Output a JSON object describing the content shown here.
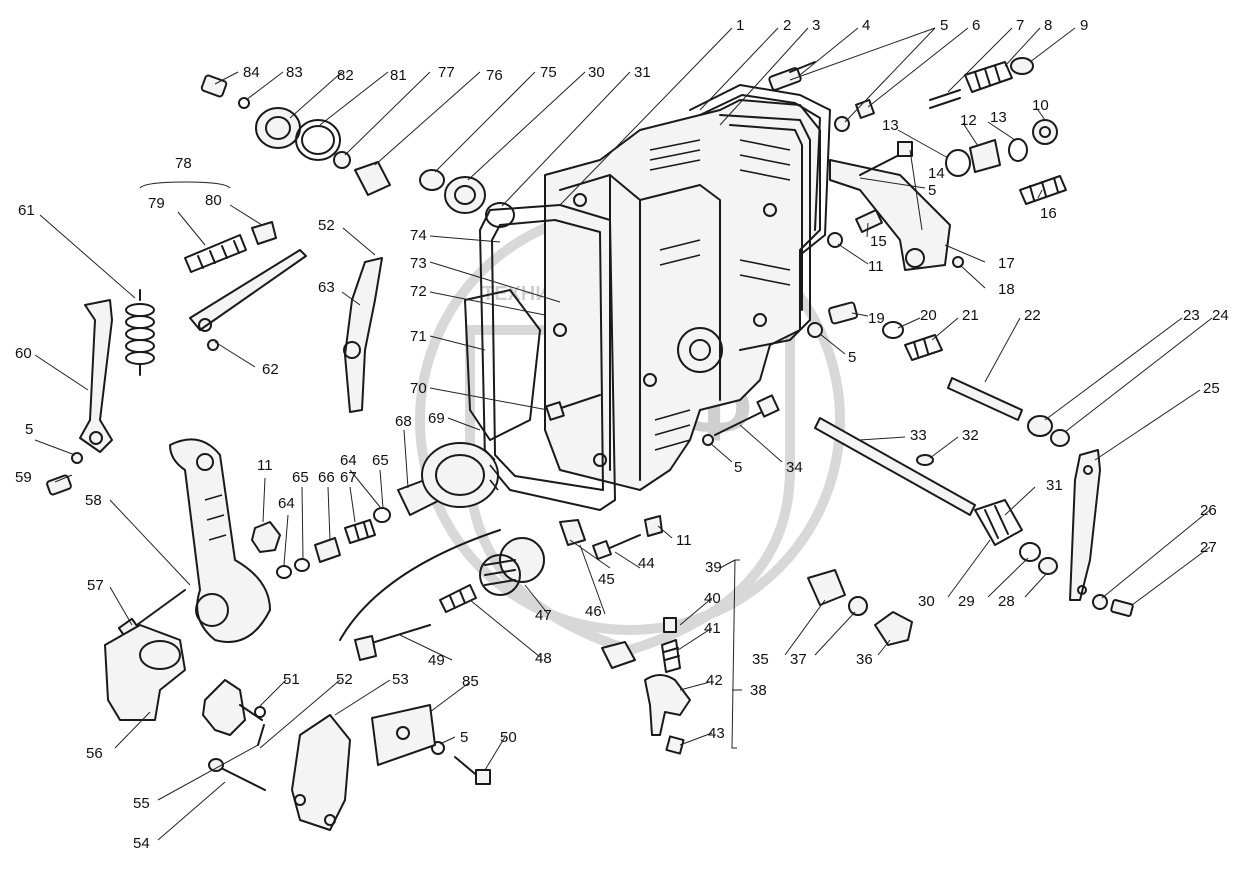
{
  "watermark": {
    "text": "ТЕХНИКА И ЗАПЧАСТИ",
    "logo": "ЭТФ",
    "color": "#d0d0d0"
  },
  "labels": [
    {
      "id": "1",
      "text": "1"
    },
    {
      "id": "2",
      "text": "2"
    },
    {
      "id": "3",
      "text": "3"
    },
    {
      "id": "4",
      "text": "4"
    },
    {
      "id": "5a",
      "text": "5"
    },
    {
      "id": "6",
      "text": "6"
    },
    {
      "id": "7",
      "text": "7"
    },
    {
      "id": "8",
      "text": "8"
    },
    {
      "id": "9",
      "text": "9"
    },
    {
      "id": "10",
      "text": "10"
    },
    {
      "id": "12",
      "text": "12"
    },
    {
      "id": "13a",
      "text": "13"
    },
    {
      "id": "13b",
      "text": "13"
    },
    {
      "id": "14",
      "text": "14"
    },
    {
      "id": "5b",
      "text": "5"
    },
    {
      "id": "16",
      "text": "16"
    },
    {
      "id": "15",
      "text": "15"
    },
    {
      "id": "11a",
      "text": "11"
    },
    {
      "id": "17",
      "text": "17"
    },
    {
      "id": "18",
      "text": "18"
    },
    {
      "id": "19",
      "text": "19"
    },
    {
      "id": "20",
      "text": "20"
    },
    {
      "id": "21",
      "text": "21"
    },
    {
      "id": "22",
      "text": "22"
    },
    {
      "id": "23",
      "text": "23"
    },
    {
      "id": "24",
      "text": "24"
    },
    {
      "id": "25",
      "text": "25"
    },
    {
      "id": "5c",
      "text": "5"
    },
    {
      "id": "33",
      "text": "33"
    },
    {
      "id": "32",
      "text": "32"
    },
    {
      "id": "5d",
      "text": "5"
    },
    {
      "id": "34",
      "text": "34"
    },
    {
      "id": "31a",
      "text": "31"
    },
    {
      "id": "26",
      "text": "26"
    },
    {
      "id": "27",
      "text": "27"
    },
    {
      "id": "30a",
      "text": "30"
    },
    {
      "id": "29",
      "text": "29"
    },
    {
      "id": "28",
      "text": "28"
    },
    {
      "id": "35",
      "text": "35"
    },
    {
      "id": "37",
      "text": "37"
    },
    {
      "id": "36",
      "text": "36"
    },
    {
      "id": "84",
      "text": "84"
    },
    {
      "id": "83",
      "text": "83"
    },
    {
      "id": "82",
      "text": "82"
    },
    {
      "id": "81",
      "text": "81"
    },
    {
      "id": "77",
      "text": "77"
    },
    {
      "id": "76",
      "text": "76"
    },
    {
      "id": "75",
      "text": "75"
    },
    {
      "id": "30b",
      "text": "30"
    },
    {
      "id": "31b",
      "text": "31"
    },
    {
      "id": "78",
      "text": "78"
    },
    {
      "id": "79",
      "text": "79"
    },
    {
      "id": "80",
      "text": "80"
    },
    {
      "id": "61",
      "text": "61"
    },
    {
      "id": "52a",
      "text": "52"
    },
    {
      "id": "74",
      "text": "74"
    },
    {
      "id": "73",
      "text": "73"
    },
    {
      "id": "72",
      "text": "72"
    },
    {
      "id": "63",
      "text": "63"
    },
    {
      "id": "71",
      "text": "71"
    },
    {
      "id": "62",
      "text": "62"
    },
    {
      "id": "60",
      "text": "60"
    },
    {
      "id": "70",
      "text": "70"
    },
    {
      "id": "69",
      "text": "69"
    },
    {
      "id": "68",
      "text": "68"
    },
    {
      "id": "5e",
      "text": "5"
    },
    {
      "id": "59",
      "text": "59"
    },
    {
      "id": "11b",
      "text": "11"
    },
    {
      "id": "64a",
      "text": "64"
    },
    {
      "id": "65a",
      "text": "65"
    },
    {
      "id": "66",
      "text": "66"
    },
    {
      "id": "67",
      "text": "67"
    },
    {
      "id": "64b",
      "text": "64"
    },
    {
      "id": "65b",
      "text": "65"
    },
    {
      "id": "58",
      "text": "58"
    },
    {
      "id": "11c",
      "text": "11"
    },
    {
      "id": "45",
      "text": "45"
    },
    {
      "id": "44",
      "text": "44"
    },
    {
      "id": "39",
      "text": "39"
    },
    {
      "id": "47",
      "text": "47"
    },
    {
      "id": "46",
      "text": "46"
    },
    {
      "id": "40",
      "text": "40"
    },
    {
      "id": "41",
      "text": "41"
    },
    {
      "id": "57",
      "text": "57"
    },
    {
      "id": "48",
      "text": "48"
    },
    {
      "id": "49",
      "text": "49"
    },
    {
      "id": "42",
      "text": "42"
    },
    {
      "id": "38",
      "text": "38"
    },
    {
      "id": "51",
      "text": "51"
    },
    {
      "id": "52b",
      "text": "52"
    },
    {
      "id": "53",
      "text": "53"
    },
    {
      "id": "85",
      "text": "85"
    },
    {
      "id": "56",
      "text": "56"
    },
    {
      "id": "5f",
      "text": "5"
    },
    {
      "id": "50",
      "text": "50"
    },
    {
      "id": "43",
      "text": "43"
    },
    {
      "id": "55",
      "text": "55"
    },
    {
      "id": "54",
      "text": "54"
    }
  ]
}
